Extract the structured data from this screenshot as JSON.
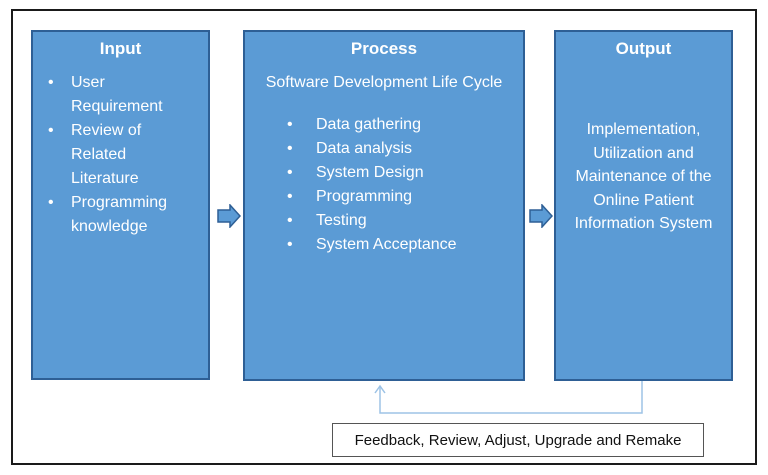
{
  "input": {
    "title": "Input",
    "items": [
      "User Requirement",
      "Review of Related Literature",
      "Programming knowledge"
    ]
  },
  "process": {
    "title": "Process",
    "subtitle": "Software Development Life Cycle",
    "items": [
      "Data gathering",
      "Data analysis",
      "System Design",
      "Programming",
      "Testing",
      "System Acceptance"
    ]
  },
  "output": {
    "title": "Output",
    "description": "Implementation, Utilization and Maintenance of the Online Patient Information System"
  },
  "feedback": {
    "label": "Feedback, Review, Adjust, Upgrade and Remake"
  },
  "colors": {
    "box_fill": "#5b9bd5",
    "box_border": "#2e5f95",
    "feedback_line": "#9dc3e6"
  }
}
